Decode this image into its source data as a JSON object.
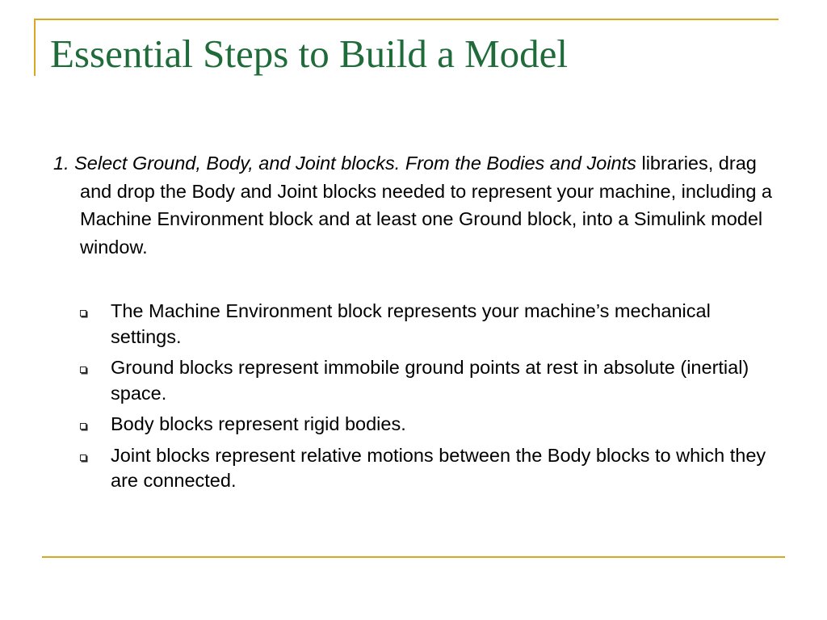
{
  "slide": {
    "title": "Essential Steps to Build a Model",
    "step": {
      "lead": "1. Select Ground, Body, and Joint blocks. From the Bodies and Joints",
      "rest": " libraries, drag and drop the Body and Joint blocks needed to represent your machine, including a Machine Environment block and at least one Ground block, into a Simulink model window."
    },
    "bullets": [
      {
        "text": "The Machine Environment block represents your machine’s mechanical settings.",
        "icon": "square-bullet-icon"
      },
      {
        "text": "Ground blocks represent immobile ground points at rest in absolute (inertial) space.",
        "icon": "square-bullet-icon"
      },
      {
        "text": "Body blocks represent rigid bodies.",
        "icon": "square-bullet-icon"
      },
      {
        "text": "Joint blocks represent relative motions between the Body blocks to which they are connected.",
        "icon": "square-bullet-icon"
      }
    ],
    "colors": {
      "title": "#1f6b3a",
      "frame": "#d9a722",
      "text": "#000000"
    }
  }
}
